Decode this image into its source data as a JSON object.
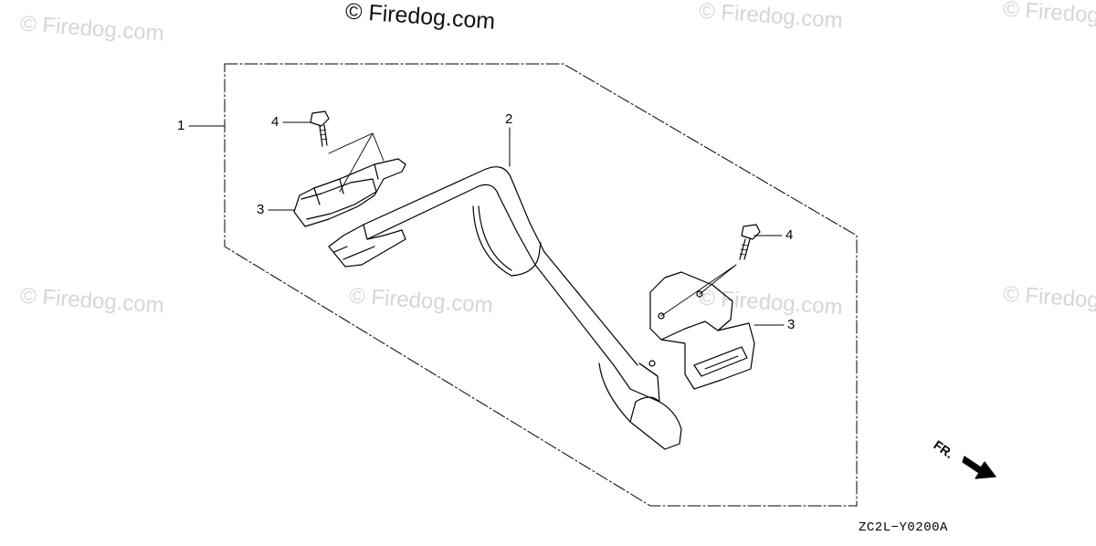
{
  "watermarks": {
    "main": "© Firedog.com",
    "faint": "© Firedog.com"
  },
  "callouts": {
    "assembly": "1",
    "stand_frame": "2",
    "rear_bracket": "3",
    "front_bracket": "3",
    "bolt_rear": "4",
    "bolt_front": "4"
  },
  "direction_label": "FR.",
  "diagram_code": "ZC2L−Y0200A",
  "colors": {
    "line": "#000000",
    "watermark": "#d6d6d6"
  }
}
